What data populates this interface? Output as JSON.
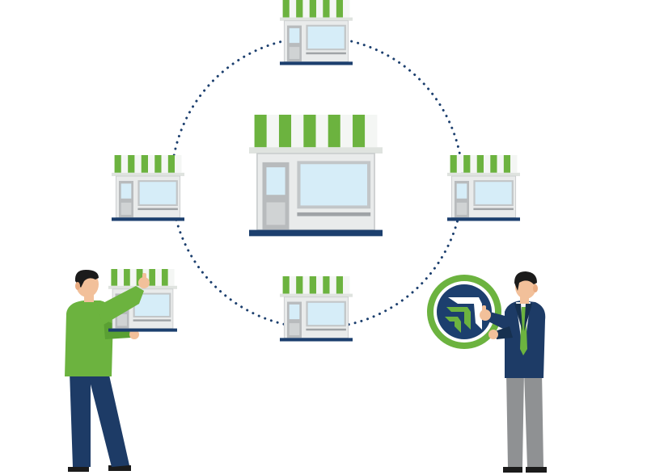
{
  "colors": {
    "awning_green": "#6cb33f",
    "awning_white": "#f4f6f4",
    "store_body": "#eaecec",
    "store_wall": "#c9cccd",
    "glass": "#d9eef9",
    "door": "#b3b6b8",
    "base_navy": "#1c3f6e",
    "ring_dots": "#1c3f6e",
    "shirt_green": "#6cb33f",
    "suit_navy": "#1d3b66",
    "trousers_grey": "#8f9193",
    "skin": "#f2c09a",
    "hair": "#1b1b1b",
    "logo_green": "#6cb33f",
    "logo_navy": "#1c3f6e"
  },
  "illustration": {
    "stores": [
      "store-center",
      "store-top",
      "store-left",
      "store-right",
      "store-bottom",
      "store-held"
    ],
    "people": [
      "person-green-shirt",
      "person-suit"
    ],
    "emblem": "arrows-logo-emblem"
  }
}
